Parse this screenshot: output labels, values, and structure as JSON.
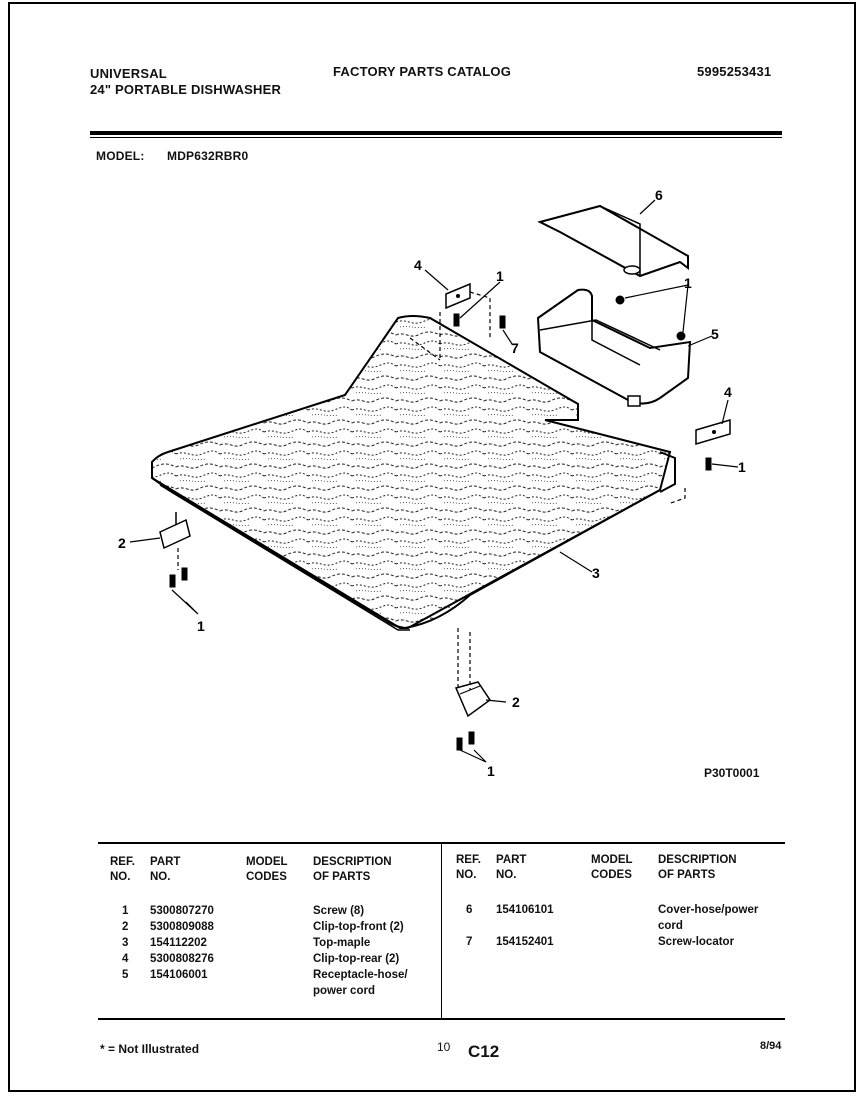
{
  "header": {
    "brand": "UNIVERSAL",
    "product": "24\" PORTABLE DISHWASHER",
    "catalog_title": "FACTORY PARTS CATALOG",
    "catalog_number": "5995253431",
    "model_label": "MODEL:",
    "model_value": "MDP632RBR0"
  },
  "diagram": {
    "drawing_code": "P30T0001",
    "callouts": [
      "6",
      "4",
      "1",
      "1",
      "7",
      "5",
      "4",
      "1",
      "2",
      "3",
      "1",
      "2",
      "1"
    ]
  },
  "table": {
    "columns": [
      "REF.\nNO.",
      "PART\nNO.",
      "MODEL\nCODES",
      "DESCRIPTION\nOF PARTS"
    ],
    "col_ref": [
      "REF.",
      "NO."
    ],
    "col_part": [
      "PART",
      "NO."
    ],
    "col_model": [
      "MODEL",
      "CODES"
    ],
    "col_desc": [
      "DESCRIPTION",
      "OF PARTS"
    ],
    "left_rows": [
      {
        "ref": "1",
        "part": "5300807270",
        "desc": "Screw (8)"
      },
      {
        "ref": "2",
        "part": "5300809088",
        "desc": "Clip-top-front (2)"
      },
      {
        "ref": "3",
        "part": "154112202",
        "desc": "Top-maple"
      },
      {
        "ref": "4",
        "part": "5300808276",
        "desc": "Clip-top-rear (2)"
      },
      {
        "ref": "5",
        "part": "154106001",
        "desc": "Receptacle-hose/"
      },
      {
        "ref": "",
        "part": "",
        "desc": "power cord"
      }
    ],
    "right_rows": [
      {
        "ref": "6",
        "part": "154106101",
        "desc": "Cover-hose/power"
      },
      {
        "ref": "",
        "part": "",
        "desc": "cord"
      },
      {
        "ref": "7",
        "part": "154152401",
        "desc": "Screw-locator"
      }
    ]
  },
  "footer": {
    "note": "* = Not Illustrated",
    "page_number": "10",
    "section_code": "C12",
    "date": "8/94"
  }
}
